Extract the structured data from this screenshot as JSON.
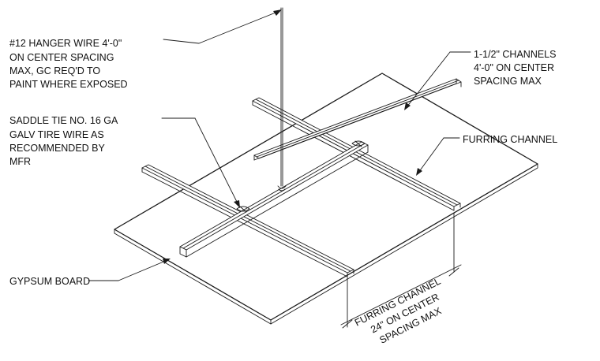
{
  "labels": {
    "hanger_wire": [
      "#12 HANGER WIRE 4'-0\"",
      "ON CENTER SPACING",
      "MAX, GC REQ'D TO",
      "PAINT WHERE EXPOSED"
    ],
    "saddle_tie": [
      "SADDLE TIE NO. 16 GA",
      "GALV TIRE WIRE AS",
      "RECOMMENDED BY",
      "MFR"
    ],
    "channels": [
      "1-1/2\" CHANNELS",
      "4'-0\" ON CENTER",
      "SPACING MAX"
    ],
    "furring_channel": "FURRING CHANNEL",
    "gypsum_board": "GYPSUM BOARD",
    "dimension": [
      "FURRING CHANNEL",
      "24\" ON CENTER",
      "SPACING MAX"
    ]
  },
  "colors": {
    "line": "#1a1a1a",
    "background": "#ffffff",
    "text": "#111111"
  }
}
